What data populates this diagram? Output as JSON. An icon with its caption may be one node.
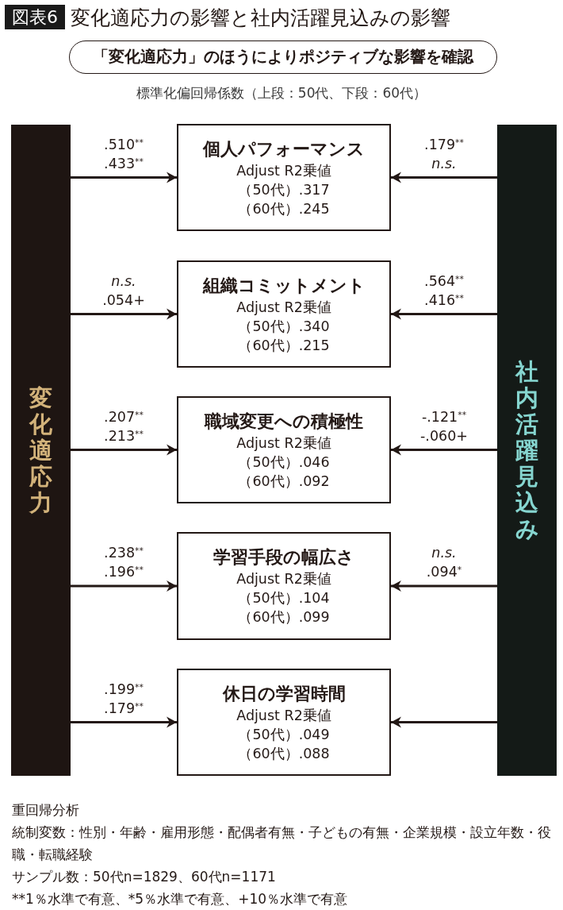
{
  "diagram": {
    "title": "変化適応力の影響と社内活躍見込みの影響",
    "nodes": [
      {
        "text": [
          "図表6"
        ]
      },
      {
        "text": [
          "「変化適応力」のほうによりポジティブな影響を確認"
        ]
      },
      {
        "text": [
          "変化適応力"
        ]
      },
      {
        "text": [
          "個人パフォーマンス",
          "Adjust R2乗値",
          "（50代）.317",
          "（60代）.245"
        ]
      },
      {
        "text": [
          "組織コミットメント",
          "Adjust R2乗値",
          "（50代）.340",
          "（60代）.215"
        ]
      },
      {
        "text": [
          "職域変更への積極性",
          "Adjust R2乗値",
          "（50代）.046",
          "（60代）.092"
        ]
      },
      {
        "text": [
          "学習手段の幅広さ",
          "Adjust R2乗値",
          "（50代）.104",
          "（60代）.099"
        ]
      },
      {
        "text": [
          "休日の学習時間",
          "Adjust R2乗値",
          "（50代）.049",
          "（60代）.088"
        ]
      },
      {
        "text": [
          "社内活躍見込み"
        ]
      }
    ],
    "edges": [
      {
        "from": 2,
        "to": 3,
        "arrow": "to",
        "label": ".510$^{**}$ .433$^{**}$"
      },
      {
        "from": 2,
        "to": 4,
        "arrow": "to",
        "label": "*n.s.* .054+"
      },
      {
        "from": 2,
        "to": 5,
        "arrow": "to",
        "label": ".207$^{**}$ .213$^{**}$"
      },
      {
        "from": 2,
        "to": 6,
        "arrow": "to",
        "label": ".238$^{**}$ .196$^{**}$"
      },
      {
        "from": 2,
        "to": 7,
        "arrow": "to",
        "label": ".199$^{**}$ .179$^{**}$"
      },
      {
        "from": 8,
        "to": 3,
        "arrow": "to",
        "label": ".179$^{**}$ *n.s.*"
      },
      {
        "from": 8,
        "to": 4,
        "arrow": "to",
        "label": ".564$^{**}$ .416$^{**}$"
      },
      {
        "from": 8,
        "to": 5,
        "arrow": "to",
        "label": "-.121$^{**}$ -.060+"
      },
      {
        "from": 8,
        "to": 6,
        "arrow": "to",
        "label": "*n.s.* .094$^{*}$"
      },
      {
        "from": 8,
        "to": 7,
        "arrow": "to"
      }
    ],
    "labels": [
      "標準化偏回帰係数（上段：50代、下段：60代）",
      "重回帰分析",
      "統制変数：性別・年齢・雇用形態・配偶者有無・子どもの有無・企業規模・設立年数・役職・転職経験",
      "サンプル数：50代n=1829、60代n=1171",
      "**1％水準で有意、*5％水準で有意、+10％水準で有意"
    ]
  }
}
